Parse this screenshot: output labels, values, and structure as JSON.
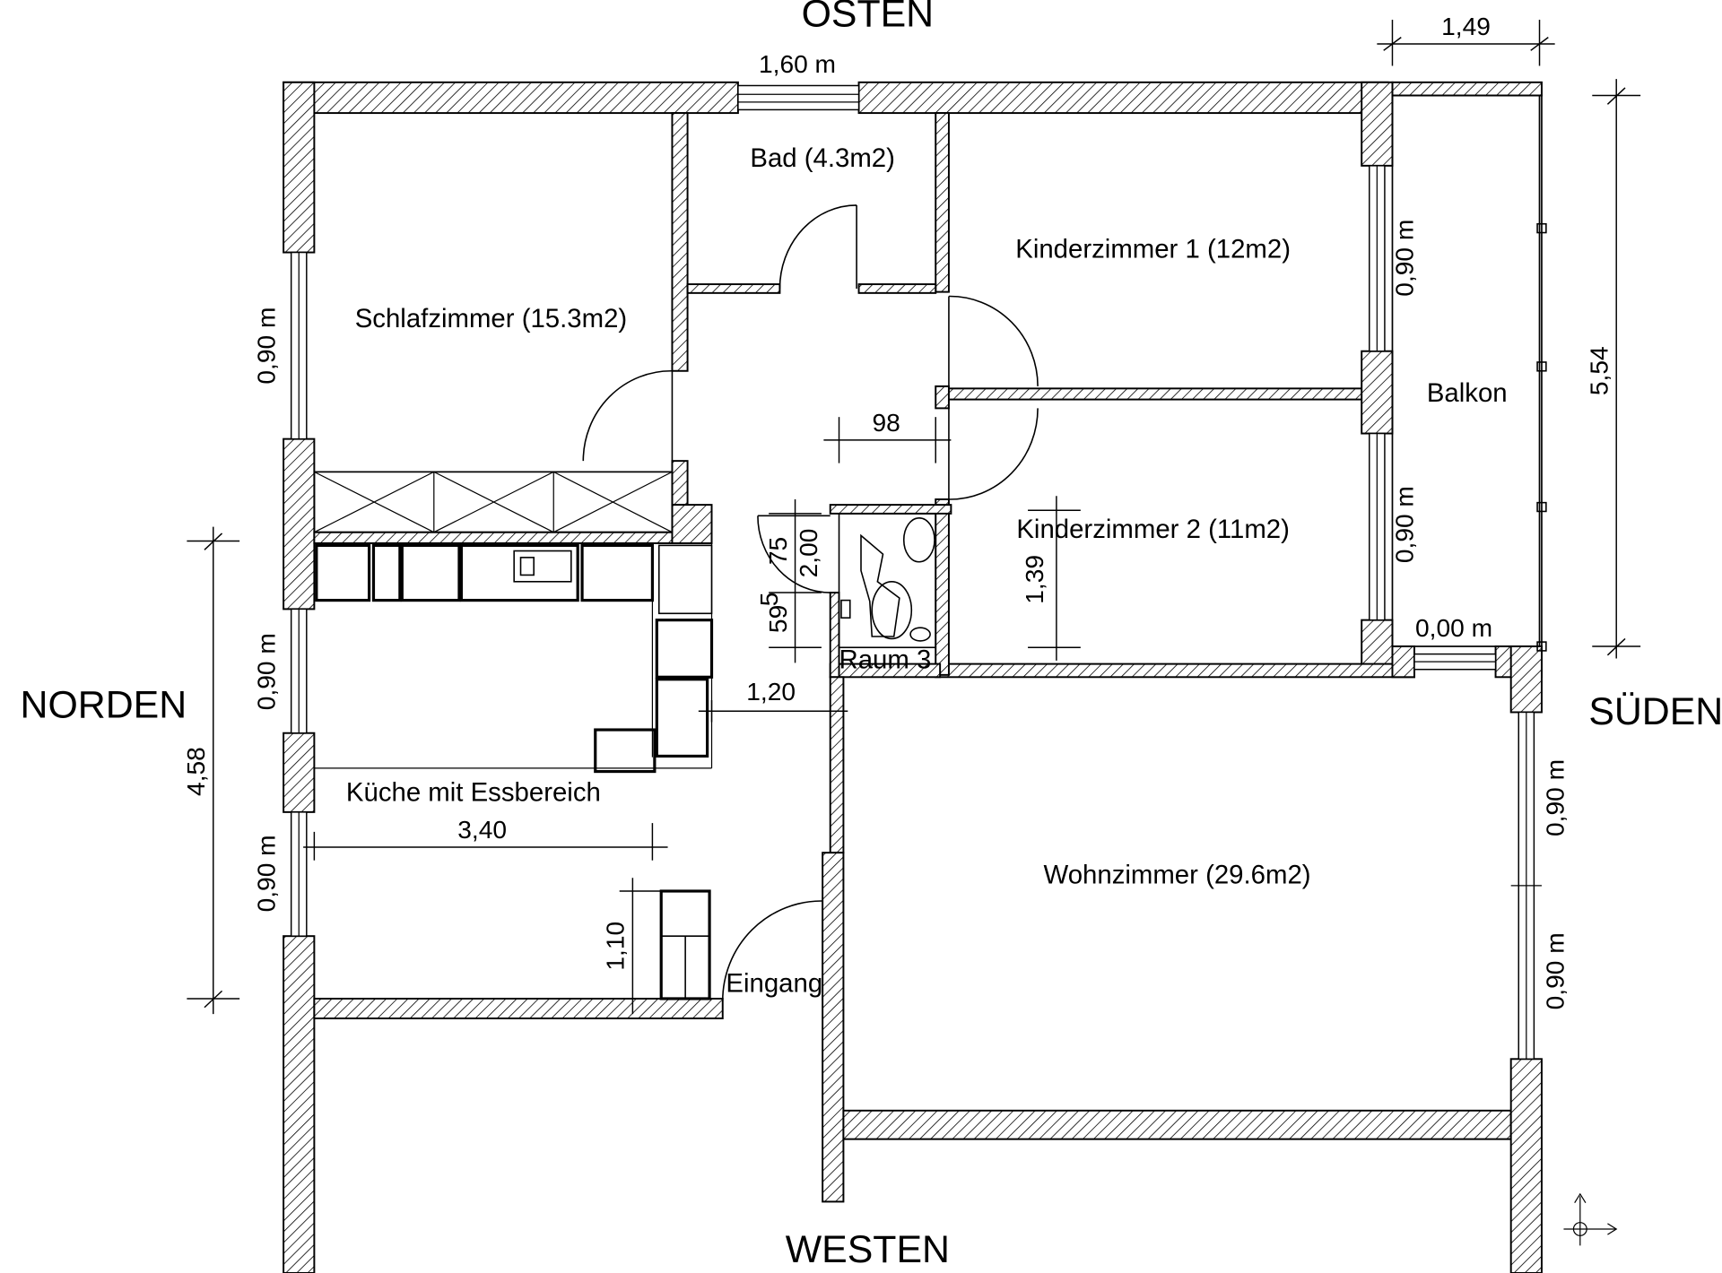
{
  "compass": {
    "east": "OSTEN",
    "west": "WESTEN",
    "north": "NORDEN",
    "south": "SÜDEN"
  },
  "rooms": {
    "bathroom": "Bad (4.3m2)",
    "bedroom": "Schlafzimmer (15.3m2)",
    "kids_room_1": "Kinderzimmer 1 (12m2)",
    "kids_room_2": "Kinderzimmer 2 (11m2)",
    "balcony": "Balkon",
    "kitchen": "Küche mit Essbereich",
    "living_room": "Wohnzimmer (29.6m2)",
    "room_3": "Raum 3",
    "entrance": "Eingang"
  },
  "dimensions": {
    "top_window": "1,60 m",
    "balcony_width": "1,49",
    "balcony_height": "5,54",
    "hall_98": "98",
    "kitchen_height": "4,58",
    "kitchen_width": "3,40",
    "cabinet_height": "1,10",
    "passage_width": "1,20",
    "kids2_window": "1,39",
    "wc_75": "75",
    "wc_200": "2,00",
    "wc_59": "59",
    "wc_59_sup": "5",
    "bedroom_window": "0,90 m",
    "kitchen_window_1": "0,90 m",
    "kitchen_window_2": "0,90 m",
    "kids1_window": "0,90 m",
    "kids2_window_side": "0,90 m",
    "living_window_1": "0,90 m",
    "living_window_2": "0,90 m",
    "balcony_door": "0,00 m"
  }
}
